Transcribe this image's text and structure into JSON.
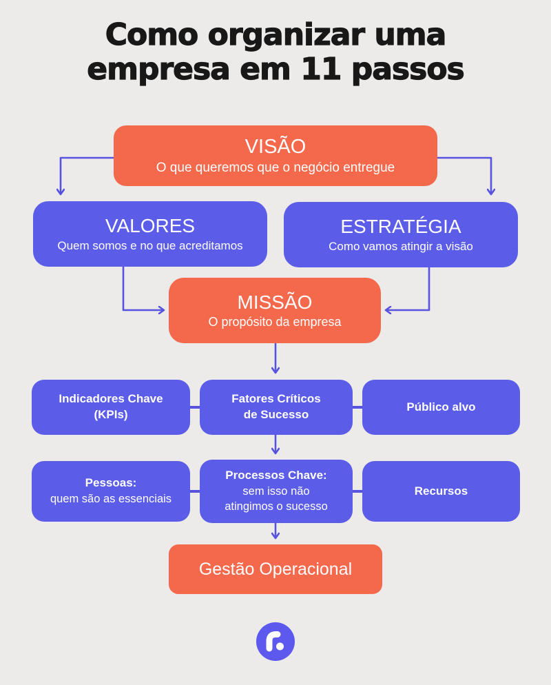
{
  "title": {
    "line1": "Como organizar uma",
    "line2": "empresa em 11 passos"
  },
  "colors": {
    "background": "#ECEBE9",
    "orange": "#F4684B",
    "purple": "#5B5CE7",
    "connector": "#5753DE",
    "logo": "#5D58EE",
    "title_text": "#181818",
    "node_text": "#FFFFFF"
  },
  "nodes": {
    "visao": {
      "title": "VISÃO",
      "subtitle": "O que queremos que o negócio entregue"
    },
    "valores": {
      "title": "VALORES",
      "subtitle": "Quem somos e no que acreditamos"
    },
    "estrategia": {
      "title": "ESTRATÉGIA",
      "subtitle": "Como vamos atingir a visão"
    },
    "missao": {
      "title": "MISSÃO",
      "subtitle": "O propósito da empresa"
    },
    "indicadores": {
      "lines": [
        "Indicadores Chave",
        "(KPIs)"
      ]
    },
    "fatores": {
      "lines": [
        "Fatores Críticos",
        "de Sucesso"
      ]
    },
    "publico": {
      "lines": [
        "Público alvo"
      ]
    },
    "pessoas": {
      "emphasis": "Pessoas:",
      "lines": [
        "quem são as essenciais"
      ]
    },
    "processos": {
      "emphasis": "Processos Chave:",
      "lines": [
        "sem isso não",
        "atingimos o sucesso"
      ]
    },
    "recursos": {
      "lines": [
        "Recursos"
      ]
    },
    "gestao": {
      "title": "Gestão Operacional"
    }
  }
}
